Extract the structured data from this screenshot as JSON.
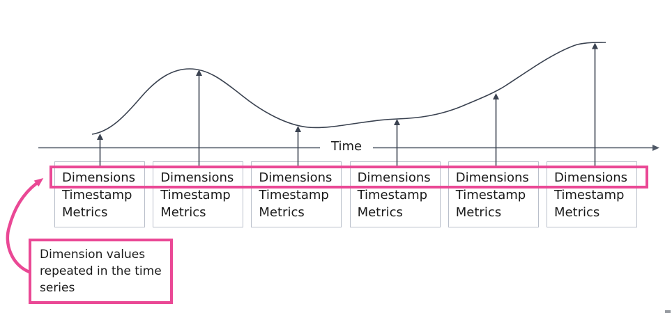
{
  "diagram": {
    "axis_label": "Time",
    "annotation_text": "Dimension values repeated in the time series",
    "record_boxes": [
      {
        "dimensions": "Dimensions",
        "timestamp": "Timestamp",
        "metrics": "Metrics"
      },
      {
        "dimensions": "Dimensions",
        "timestamp": "Timestamp",
        "metrics": "Metrics"
      },
      {
        "dimensions": "Dimensions",
        "timestamp": "Timestamp",
        "metrics": "Metrics"
      },
      {
        "dimensions": "Dimensions",
        "timestamp": "Timestamp",
        "metrics": "Metrics"
      },
      {
        "dimensions": "Dimensions",
        "timestamp": "Timestamp",
        "metrics": "Metrics"
      },
      {
        "dimensions": "Dimensions",
        "timestamp": "Timestamp",
        "metrics": "Metrics"
      }
    ],
    "colors": {
      "accent_pink": "#EA4895",
      "line": "#3A4250",
      "axis_line": "#4F5866",
      "box_border": "#B9BFCA",
      "text": "#1A1A1A"
    }
  }
}
